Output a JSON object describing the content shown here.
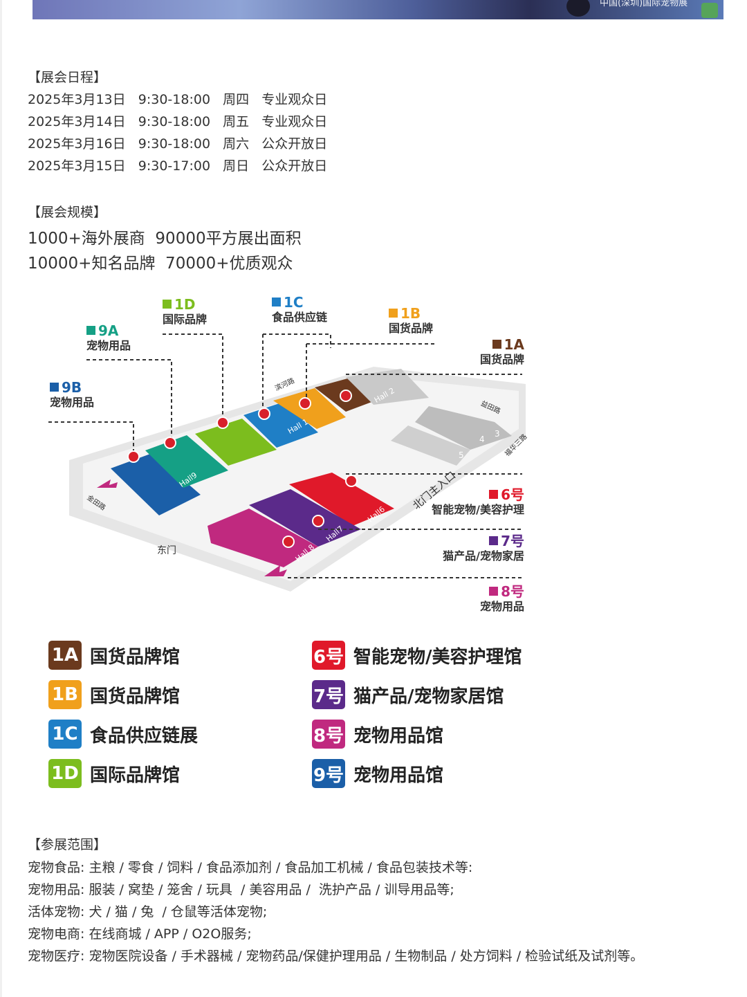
{
  "banner": {
    "caption": "中国(深圳)国际宠物展"
  },
  "schedule": {
    "heading": "【展会日程】",
    "rows": [
      {
        "date": "2025年3月13日",
        "time": "9:30-18:00",
        "weekday": "周四",
        "type": "专业观众日"
      },
      {
        "date": "2025年3月14日",
        "time": "9:30-18:00",
        "weekday": "周五",
        "type": "专业观众日"
      },
      {
        "date": "2025年3月16日",
        "time": "9:30-18:00",
        "weekday": "周六",
        "type": "公众开放日"
      },
      {
        "date": "2025年3月15日",
        "time": "9:30-17:00",
        "weekday": "周日",
        "type": "公众开放日"
      }
    ]
  },
  "scale": {
    "heading": "【展会规模】",
    "lines": [
      "1000+海外展商  90000平方展出面积",
      "10000+知名品牌  70000+优质观众"
    ]
  },
  "map": {
    "labels": {
      "9B": {
        "code": "9B",
        "sub": "宠物用品",
        "color": "#1b5fa8"
      },
      "9A": {
        "code": "9A",
        "sub": "宠物用品",
        "color": "#15a085"
      },
      "1D": {
        "code": "1D",
        "sub": "国际品牌",
        "color": "#7cbd1e"
      },
      "1C": {
        "code": "1C",
        "sub": "食品供应链",
        "color": "#1f7fc6"
      },
      "1B": {
        "code": "1B",
        "sub": "国货品牌",
        "color": "#f0a01c"
      },
      "1A": {
        "code": "1A",
        "sub": "国货品牌",
        "color": "#6b3a1e"
      },
      "6": {
        "code": "6号",
        "sub": "智能宠物/美容护理",
        "color": "#e0192a"
      },
      "7": {
        "code": "7号",
        "sub": "猫产品/宠物家居",
        "color": "#5b2a8a"
      },
      "8": {
        "code": "8号",
        "sub": "宠物用品",
        "color": "#c0297f"
      }
    },
    "halls": {
      "h9": "Hall9",
      "h1": "Hall 1",
      "h2": "Hall 2",
      "h6": "Hall6",
      "h7": "Hall7",
      "h8": "Hall 8",
      "n3": "3",
      "n4": "4",
      "n5": "5"
    },
    "roads": {
      "binhe": "滨河路",
      "yitian": "益田路",
      "fuhua": "福华三路",
      "jintian": "金田路"
    },
    "entrances": {
      "north": "北门主入口",
      "east": "东门"
    }
  },
  "legend": [
    {
      "badge": "1A",
      "label": "国货品牌馆",
      "color": "#6b3a1e"
    },
    {
      "badge": "1B",
      "label": "国货品牌馆",
      "color": "#f0a01c"
    },
    {
      "badge": "1C",
      "label": "食品供应链展",
      "color": "#1f7fc6"
    },
    {
      "badge": "1D",
      "label": "国际品牌馆",
      "color": "#7cbd1e"
    },
    {
      "badge": "6号",
      "label": "智能宠物/美容护理馆",
      "color": "#e0192a"
    },
    {
      "badge": "7号",
      "label": "猫产品/宠物家居馆",
      "color": "#5b2a8a"
    },
    {
      "badge": "8号",
      "label": "宠物用品馆",
      "color": "#c0297f"
    },
    {
      "badge": "9号",
      "label": "宠物用品馆",
      "color": "#1b5fa8"
    }
  ],
  "scope": {
    "heading": "【参展范围】",
    "lines": [
      "宠物食品: 主粮 / 零食 / 饲料 / 食品添加剂 / 食品加工机械 / 食品包装技术等:",
      "宠物用品: 服装 / 窝垫 / 笼舍 / 玩具  / 美容用品 /  洗护产品 / 训导用品等;",
      "活体宠物: 犬 / 猫 / 兔  / 仓鼠等活体宠物;",
      "宠物电商: 在线商城 / APP / O2O服务;",
      "宠物医疗: 宠物医院设备 / 手术器械 / 宠物药品/保健护理用品 / 生物制品 / 处方饲料 / 检验试纸及试剂等。"
    ]
  }
}
